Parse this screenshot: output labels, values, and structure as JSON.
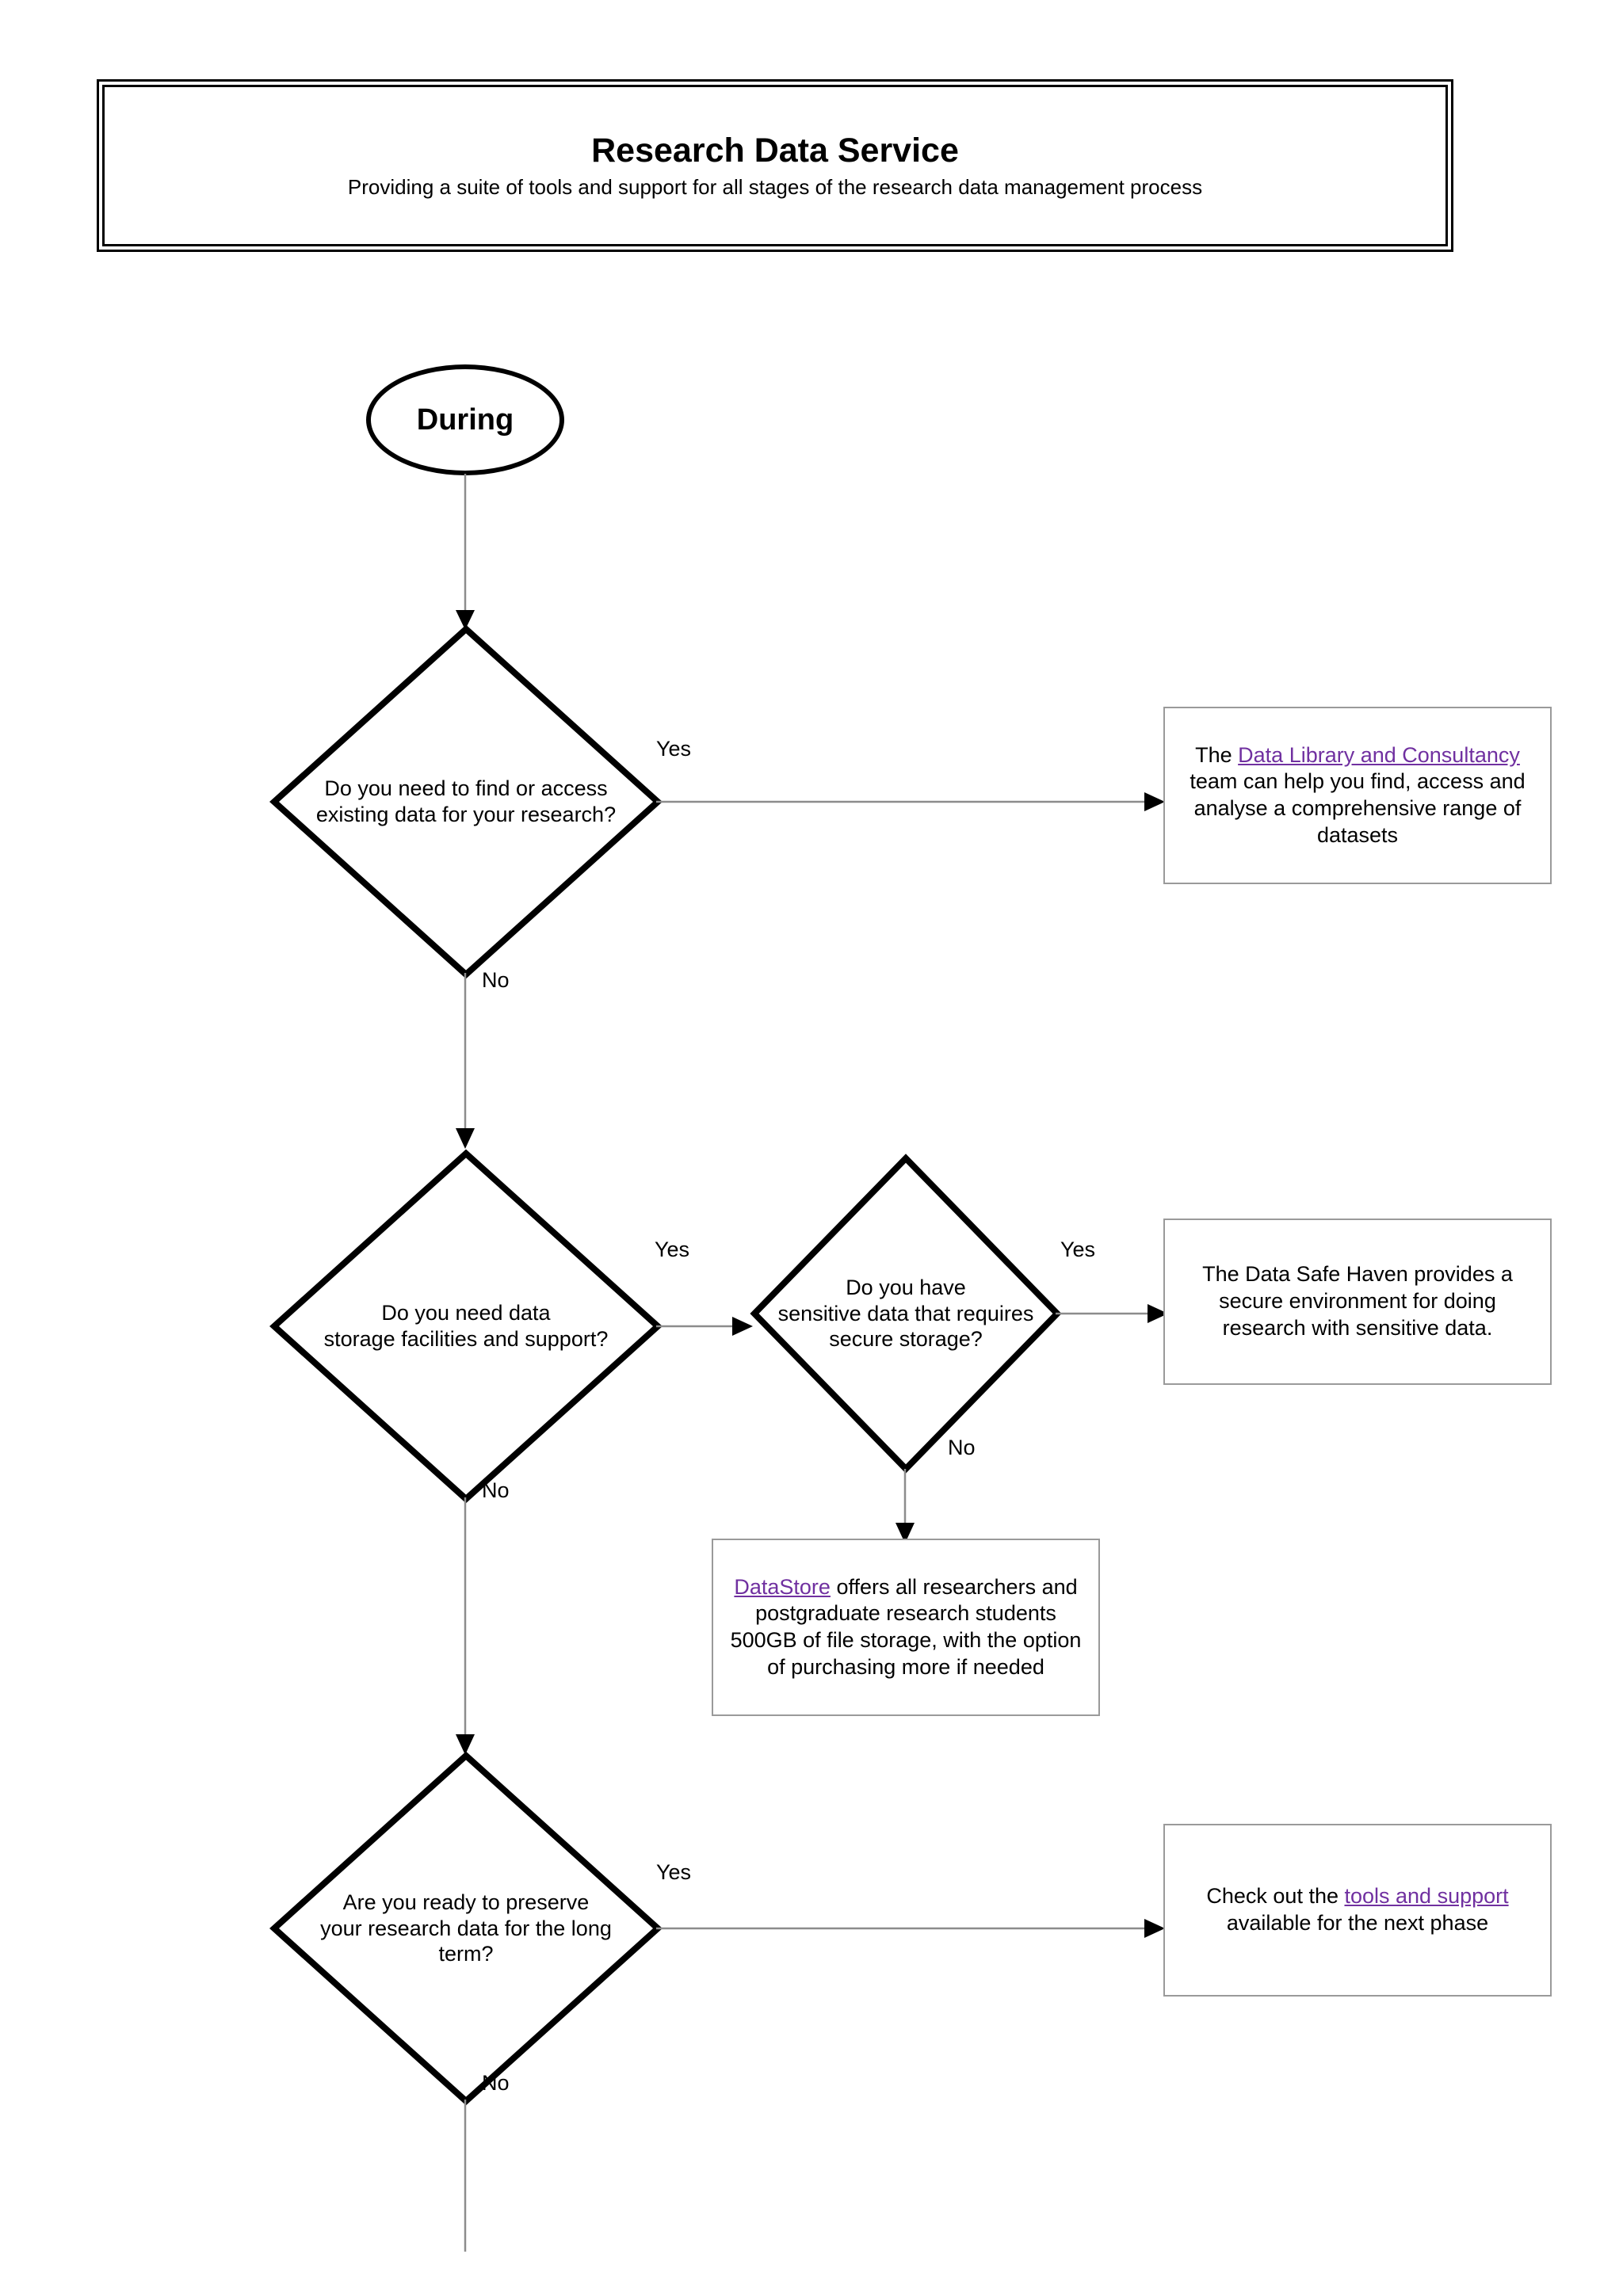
{
  "header": {
    "title": "Research Data Service",
    "subtitle": "Providing a suite of tools and support for all stages of the research data management process"
  },
  "start_node": {
    "label": "During"
  },
  "decisions": [
    {
      "id": "find-access-data",
      "line1": "Do you need to find or access",
      "line2": "existing data for your research?",
      "yes_label": "Yes",
      "no_label": "No"
    },
    {
      "id": "data-storage",
      "line1": "Do you need data",
      "line2": "storage facilities and support?",
      "yes_label": "Yes",
      "no_label": "No"
    },
    {
      "id": "sensitive-data",
      "line1": "Do you have",
      "line2": "sensitive data that requires",
      "line3": "secure storage?",
      "yes_label": "Yes",
      "no_label": "No"
    },
    {
      "id": "preserve-long-term",
      "line1": "Are you ready to preserve",
      "line2": "your research data for the long",
      "line3": "term?",
      "yes_label": "Yes",
      "no_label": "No"
    }
  ],
  "notes": [
    {
      "id": "data-library-consultancy",
      "text_before": "The ",
      "link_text": "Data Library and Consultancy",
      "text_after": " team can help you find, access and analyse a comprehensive range of datasets"
    },
    {
      "id": "data-safe-haven",
      "text": "The Data Safe Haven provides a secure environment for doing research with sensitive data."
    },
    {
      "id": "datastore",
      "link_text": "DataStore",
      "text_after": " offers all researchers and postgraduate research students 500GB of file storage, with the option of purchasing more if needed"
    },
    {
      "id": "tools-and-support",
      "text_before": "Check out the ",
      "link_text": "tools and support",
      "text_after": " available for the next phase"
    }
  ],
  "colors": {
    "link": "#7030A0",
    "shape_stroke": "#000000",
    "box_stroke": "#9a9a9a",
    "connector": "#8c8c8c",
    "background": "#ffffff"
  }
}
